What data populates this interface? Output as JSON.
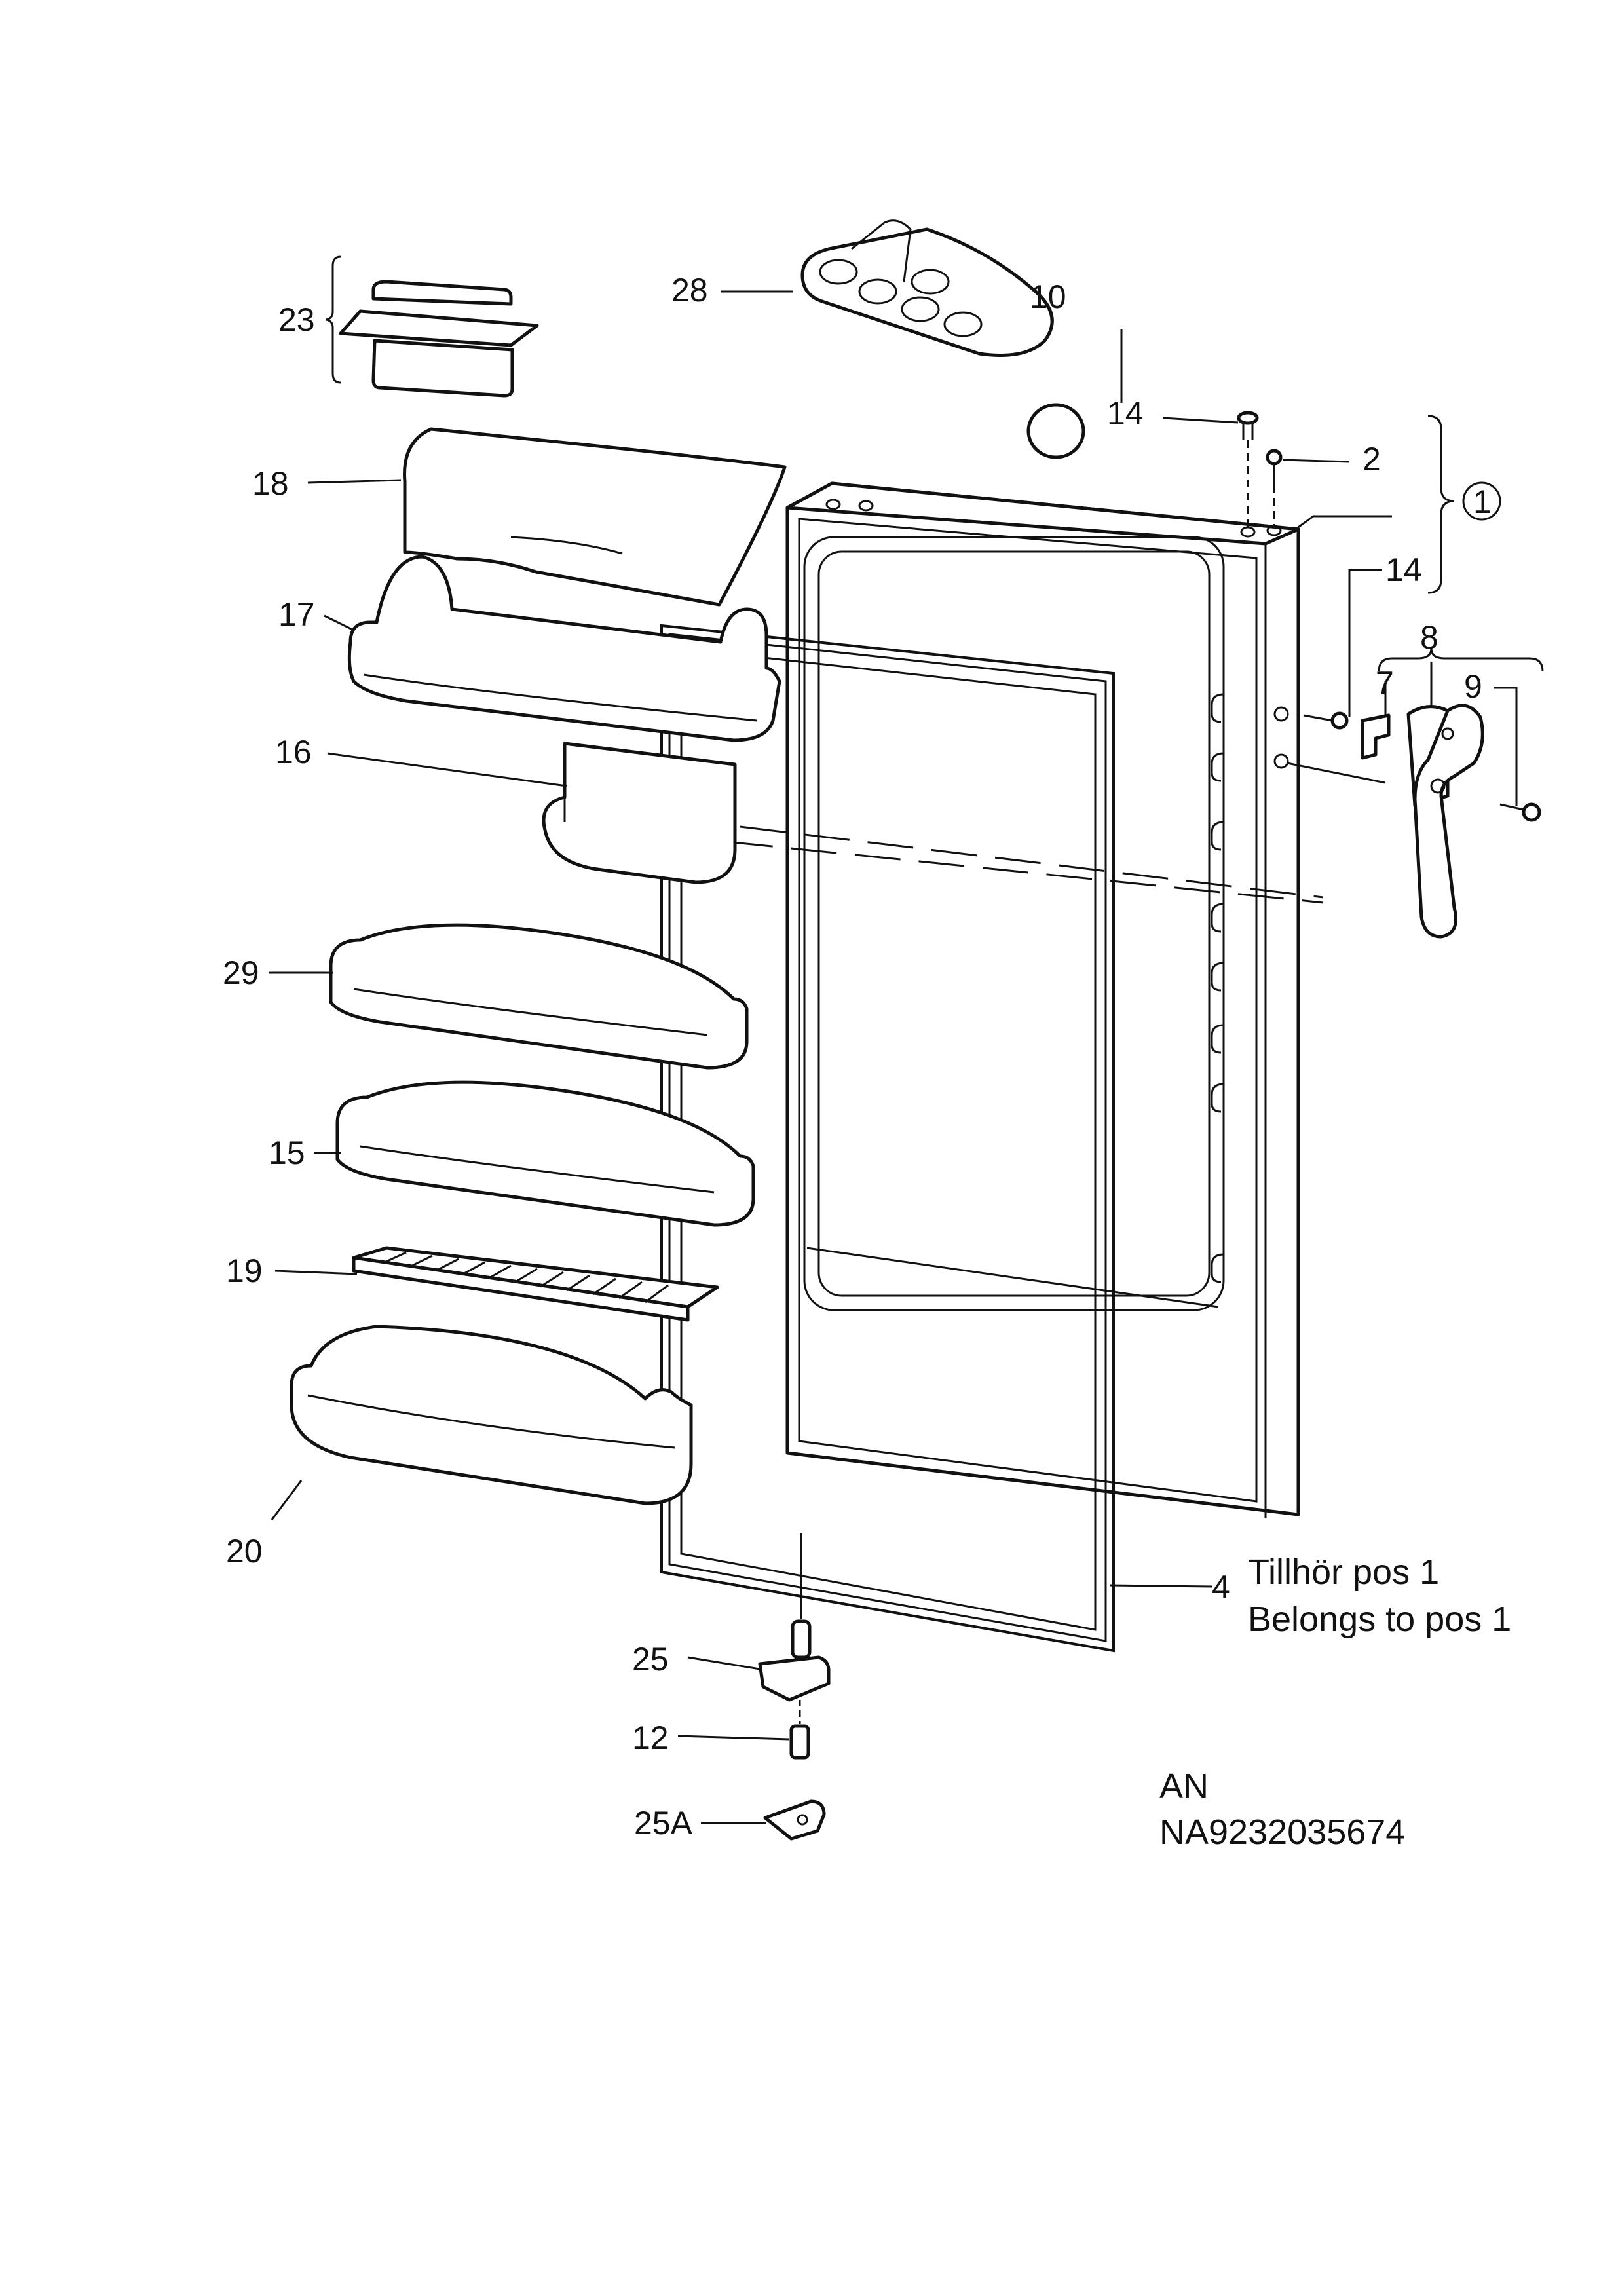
{
  "labels": {
    "l23": "23",
    "l28": "28",
    "l10": "10",
    "l14a": "14",
    "l2": "2",
    "l1": "1",
    "l14b": "14",
    "l18": "18",
    "l17": "17",
    "l8": "8",
    "l7": "7",
    "l9": "9",
    "l16": "16",
    "l29": "29",
    "l15": "15",
    "l19": "19",
    "l20": "20",
    "l4": "4",
    "l25": "25",
    "l12": "12",
    "l25a": "25A"
  },
  "notes": {
    "tillhor": "Tillhör pos 1",
    "belongs": "Belongs to pos 1",
    "an": "AN",
    "code": "NA9232035674"
  }
}
